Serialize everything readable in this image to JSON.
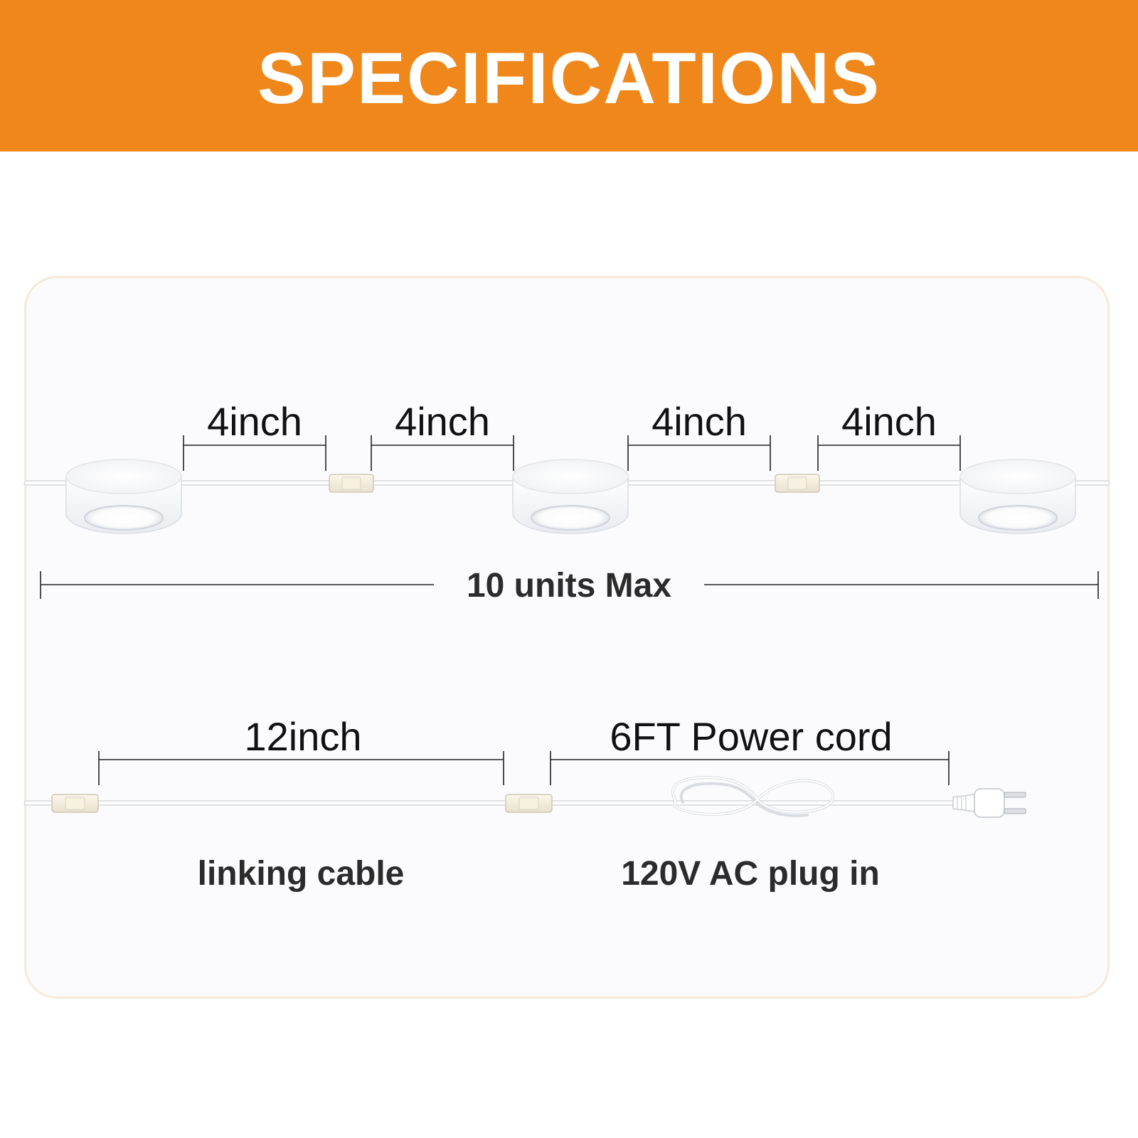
{
  "banner": {
    "title": "SPECIFICATIONS",
    "color": "#f0871a"
  },
  "diagram": {
    "top_row": {
      "spacing_labels": [
        "4inch",
        "4inch",
        "4inch",
        "4inch"
      ],
      "total_label": "10 units Max"
    },
    "bottom_row": {
      "cable_length_label": "12inch",
      "cord_length_label": "6FT Power cord",
      "cable_caption": "linking cable",
      "cord_caption": "120V AC plug in"
    },
    "line_color": "#222222",
    "accent_panel_border": "#f6e9d7"
  }
}
